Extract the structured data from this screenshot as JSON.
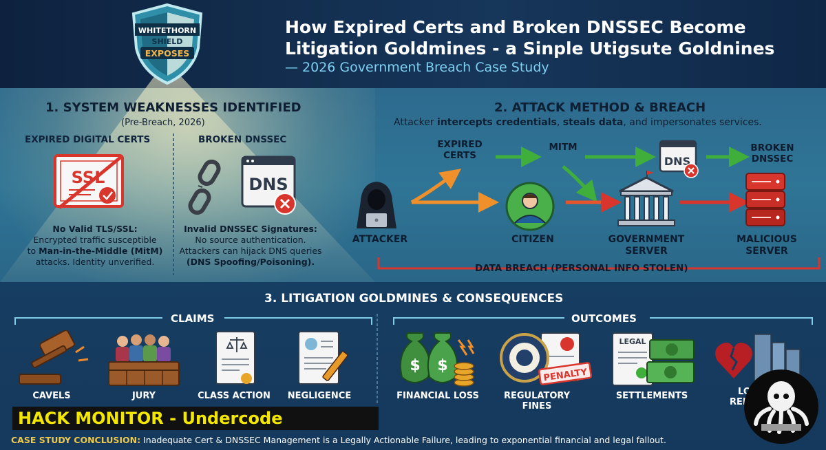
{
  "badge": {
    "line1": "WHITETHORN",
    "line2": "SHIELD",
    "line3": "EXPOSES"
  },
  "header": {
    "title_line1": "How Expired Certs and Broken DNSSEC Become",
    "title_line2": "Litigation Goldmines - a Sinple Utigsute Goldnines",
    "subtitle": "— 2026 Government Breach Case Study"
  },
  "section1": {
    "title": "1. SYSTEM WEAKNESSES IDENTIFIED",
    "subtitle": "(Pre-Breach, 2026)",
    "left": {
      "heading": "EXPIRED DIGITAL CERTS",
      "icon_text": "SSL",
      "desc_bold": "No Valid TLS/SSL:",
      "desc_line1": "Encrypted traffic susceptible",
      "desc_line2_pre": "to ",
      "desc_line2_bold": "Man-in-the-Middle (MitM)",
      "desc_line3": "attacks. Identity unverified."
    },
    "right": {
      "heading": "BROKEN DNSSEC",
      "icon_text": "DNS",
      "desc_bold": "Invalid DNSSEC Signatures:",
      "desc_line1": "No source authentication.",
      "desc_line2": "Attackers can hijack DNS queries",
      "desc_line3": "(DNS Spoofing/Poisoning)."
    }
  },
  "section2": {
    "title": "2. ATTACK METHOD & BREACH",
    "subtitle_pre": "Attacker ",
    "subtitle_b1": "intercepts credentials",
    "subtitle_mid": ", ",
    "subtitle_b2": "steals data",
    "subtitle_post": ", and impersonates services.",
    "nodes": {
      "attacker": "ATTACKER",
      "citizen": "CITIZEN",
      "gov_line1": "GOVERNMENT",
      "gov_line2": "SERVER",
      "mal_line1": "MALICIOUS",
      "mal_line2": "SERVER"
    },
    "edges": {
      "expired_line1": "EXPIRED",
      "expired_line2": "CERTS",
      "mitm": "MITM",
      "dns_icon": "DNS",
      "broken_line1": "BROKEN",
      "broken_line2": "DNSSEC"
    },
    "breach": "DATA BREACH (PERSONAL INFO STOLEN)"
  },
  "section3": {
    "title": "3. LITIGATION GOLDMINES & CONSEQUENCES",
    "claims_title": "CLAIMS",
    "outcomes_title": "OUTCOMES",
    "claims": [
      {
        "label": "CAVELS"
      },
      {
        "label": "JURY"
      },
      {
        "label": "CLASS ACTION"
      },
      {
        "label": "NEGLIGENCE"
      }
    ],
    "outcomes": [
      {
        "label": "FINANCIAL LOSS"
      },
      {
        "label_line1": "REGULATORY",
        "label_line2": "FINES",
        "penalty": "PENALTY"
      },
      {
        "label": "SETTLEMENTS",
        "doc_text": "LEGAL"
      },
      {
        "label_line1": "LO",
        "label_line2": "REP"
      }
    ]
  },
  "brand": {
    "text": "HACK MONITOR - Undercode"
  },
  "conclusion": {
    "bold": "CASE STUDY CONCLUSION:",
    "text": " Inadequate Cert & DNSSEC Management is a Legally Actionable Failure, leading to exponential financial and legal fallout."
  },
  "colors": {
    "header_bg": "#0f2747",
    "panel_top": "#2f7596",
    "panel_bottom": "#15395c",
    "accent_red": "#d8362c",
    "accent_green": "#3fae3a",
    "accent_orange": "#f0902a",
    "brand_yellow": "#f3e600"
  }
}
